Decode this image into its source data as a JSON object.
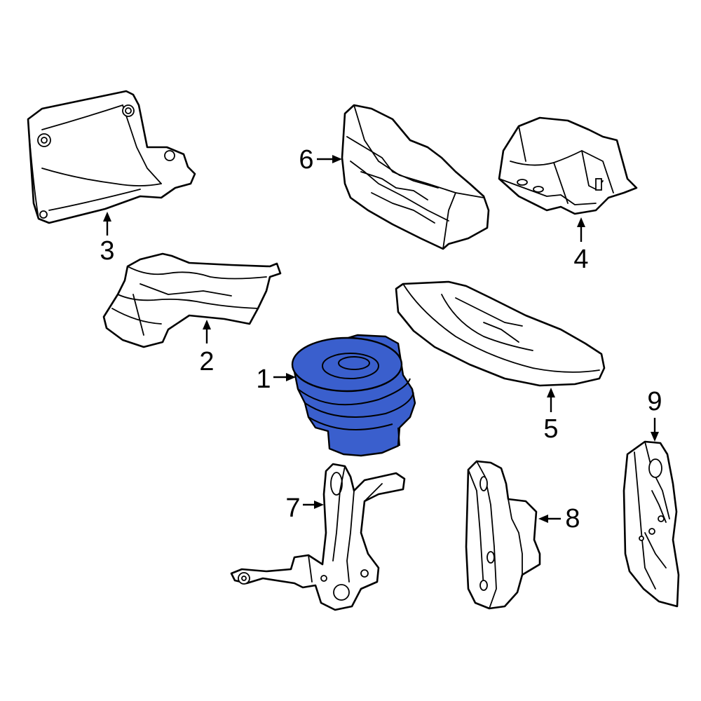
{
  "diagram": {
    "highlight_color": "#3A5FCD",
    "highlighted_part": "1",
    "callouts": [
      {
        "id": "c1",
        "label": "1"
      },
      {
        "id": "c2",
        "label": "2"
      },
      {
        "id": "c3",
        "label": "3"
      },
      {
        "id": "c4",
        "label": "4"
      },
      {
        "id": "c5",
        "label": "5"
      },
      {
        "id": "c6",
        "label": "6"
      },
      {
        "id": "c7",
        "label": "7"
      },
      {
        "id": "c8",
        "label": "8"
      },
      {
        "id": "c9",
        "label": "9"
      }
    ]
  }
}
